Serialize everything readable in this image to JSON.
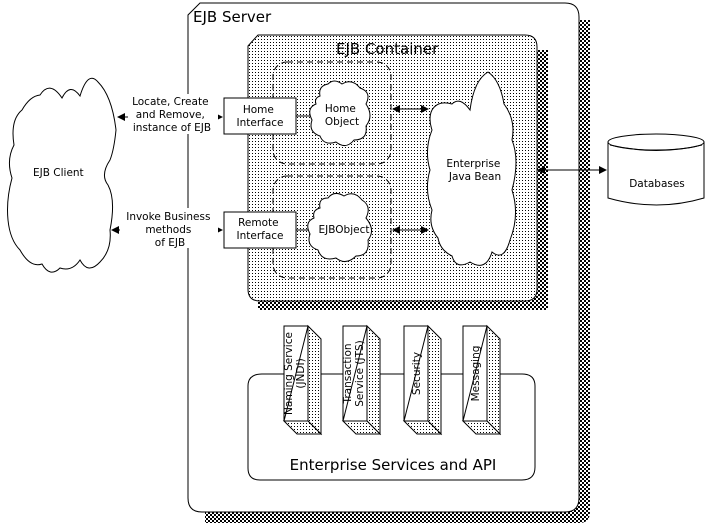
{
  "diagram": {
    "server": {
      "title": "EJB Server"
    },
    "container": {
      "title": "EJB Container"
    },
    "client": {
      "label": "EJB Client"
    },
    "home_arrow_label": [
      "Locate, Create",
      "and Remove,",
      "instance of EJB"
    ],
    "remote_arrow_label": [
      "Invoke Business",
      "methods",
      "of EJB"
    ],
    "home_interface": [
      "Home",
      "Interface"
    ],
    "remote_interface": [
      "Remote",
      "Interface"
    ],
    "home_object": [
      "Home",
      "Object"
    ],
    "ejb_object": "EJBObject",
    "enterprise_bean": [
      "Enterprise",
      "Java Bean"
    ],
    "database": "Databases",
    "services": {
      "title": "Enterprise Services and API",
      "items": [
        [
          "Naming Service",
          "(JNDI)"
        ],
        [
          "Transaction",
          "Service (JTS)"
        ],
        [
          "Security"
        ],
        [
          "Messaging"
        ]
      ]
    }
  }
}
